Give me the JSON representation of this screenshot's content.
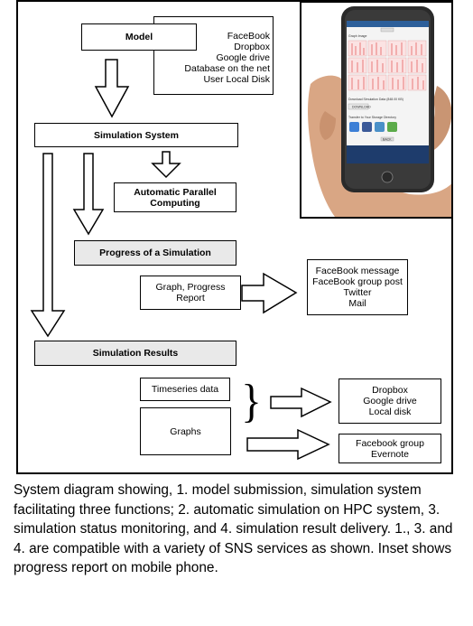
{
  "diagram": {
    "model_box": "Model",
    "model_services": [
      "FaceBook",
      "Dropbox",
      "Google drive",
      "Database on the net",
      "User Local Disk"
    ],
    "simulation_system_box": "Simulation System",
    "parallel_computing_box": "Automatic Parallel Computing",
    "progress_box": "Progress of a Simulation",
    "graph_progress_box": "Graph, Progress Report",
    "progress_services": [
      "FaceBook message",
      "FaceBook group post",
      "Twitter",
      "Mail"
    ],
    "results_box": "Simulation Results",
    "timeseries_box": "Timeseries data",
    "graphs_box": "Graphs",
    "storage_services": [
      "Dropbox",
      "Google drive",
      "Local disk"
    ],
    "social_services": [
      "Facebook group",
      "Evernote"
    ],
    "brace": "}"
  },
  "inset": {
    "phone_labels": [
      "Graph Image",
      "Download Simulation Data (848.00 KB)",
      "DOWNLOAD",
      "Transfer to Your Storage Directory",
      "BACK"
    ]
  },
  "caption": "System diagram showing, 1. model submission, simulation system facilitating three functions; 2. automatic simulation on HPC system, 3. simulation status monitoring, and 4. simulation result delivery. 1., 3. and 4. are compatible with a variety of SNS services as shown. Inset shows progress report on mobile phone."
}
